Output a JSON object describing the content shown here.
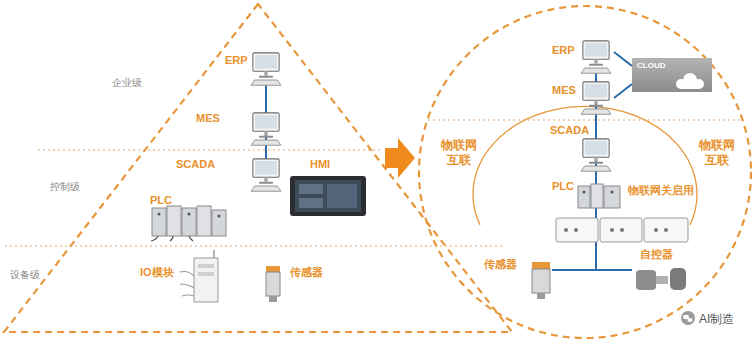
{
  "diagram": {
    "nodes": [
      {
        "text": [
          "ERP"
        ]
      },
      {
        "text": [
          "MES"
        ]
      },
      {
        "text": [
          "SCADA"
        ]
      },
      {
        "text": [
          "PLC"
        ]
      },
      {
        "text": [
          "HMI"
        ]
      },
      {
        "text": [
          "IO模块"
        ]
      },
      {
        "text": [
          "传感器"
        ]
      },
      {
        "text": [
          "ERP"
        ]
      },
      {
        "text": [
          "CLOUD"
        ]
      },
      {
        "text": [
          "MES"
        ]
      },
      {
        "text": [
          "SCADA"
        ]
      },
      {
        "text": [
          "PLC"
        ]
      },
      {
        "text": [
          "传感器"
        ]
      },
      {
        "text": [
          "自控器"
        ]
      }
    ],
    "edges": [
      {
        "from": 0,
        "to": 1,
        "arrow": "none"
      },
      {
        "from": 1,
        "to": 2,
        "arrow": "none"
      },
      {
        "from": 7,
        "to": 9,
        "arrow": "none"
      },
      {
        "from": 9,
        "to": 10,
        "arrow": "none"
      },
      {
        "from": 10,
        "to": 11,
        "arrow": "none"
      },
      {
        "from": 7,
        "to": 8,
        "arrow": "none"
      },
      {
        "from": 9,
        "to": 8,
        "arrow": "none"
      },
      {
        "from": 12,
        "to": 13,
        "arrow": "none"
      }
    ],
    "labels": [
      "企业级",
      "控制级",
      "设备级",
      "物联网 互联",
      "物联网 互联",
      "物联网关启用",
      "AI制造"
    ]
  }
}
